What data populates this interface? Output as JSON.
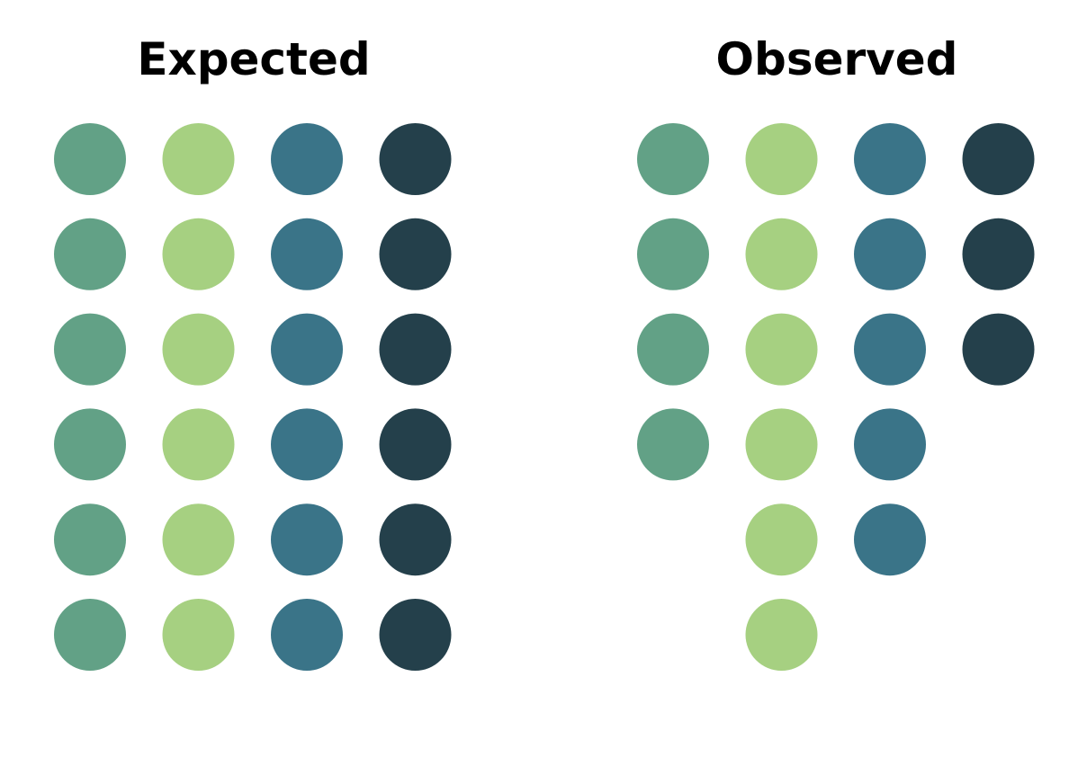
{
  "chart_data": [
    {
      "type": "dot-matrix",
      "title": "Expected",
      "series": [
        {
          "color": "#62a186",
          "count": 6
        },
        {
          "color": "#a6d081",
          "count": 6
        },
        {
          "color": "#3a7488",
          "count": 6
        },
        {
          "color": "#24404b",
          "count": 6
        }
      ]
    },
    {
      "type": "dot-matrix",
      "title": "Observed",
      "series": [
        {
          "color": "#62a186",
          "count": 4
        },
        {
          "color": "#a6d081",
          "count": 6
        },
        {
          "color": "#3a7488",
          "count": 5
        },
        {
          "color": "#24404b",
          "count": 3
        }
      ]
    }
  ]
}
